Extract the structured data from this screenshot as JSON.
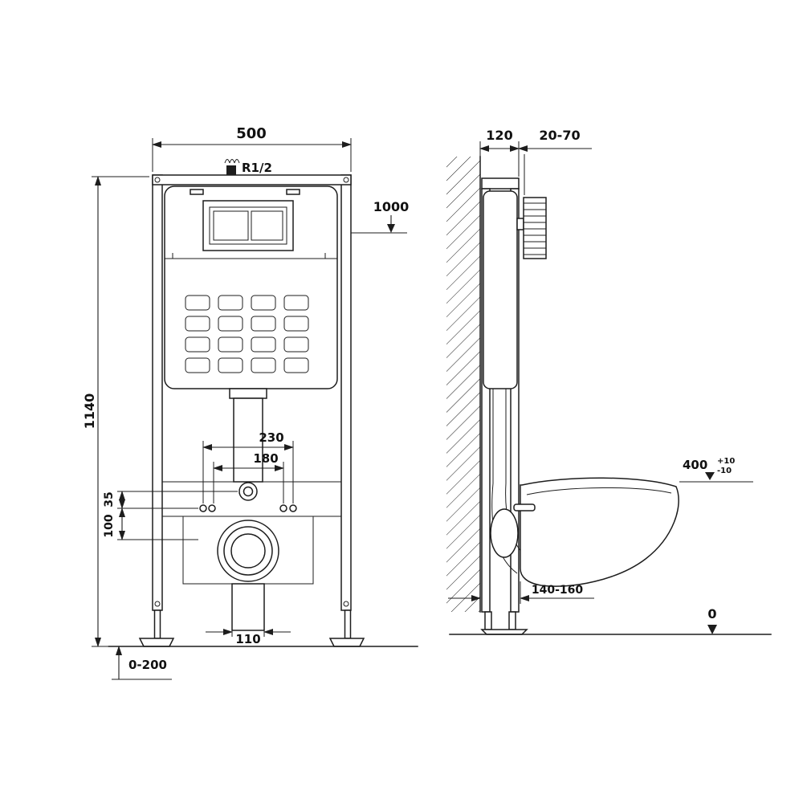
{
  "colors": {
    "line": "#1d1d1d",
    "text": "#111111",
    "background": "#ffffff"
  },
  "front_view": {
    "width": "500",
    "inlet": "R1/2",
    "plate_height": "1000",
    "frame_height": "1140",
    "fixing_span_outer": "230",
    "fixing_span_inner": "180",
    "offset_small": "35",
    "offset_large": "100",
    "outlet_pipe_width": "110",
    "foot_adjustment": "0-200"
  },
  "side_view": {
    "frame_depth": "120",
    "finished_wall_range": "20-70",
    "bowl_height": "400",
    "bowl_height_tol_plus": "+10",
    "bowl_height_tol_minus": "-10",
    "outlet_distance_range": "140-160",
    "floor_level": "0"
  }
}
